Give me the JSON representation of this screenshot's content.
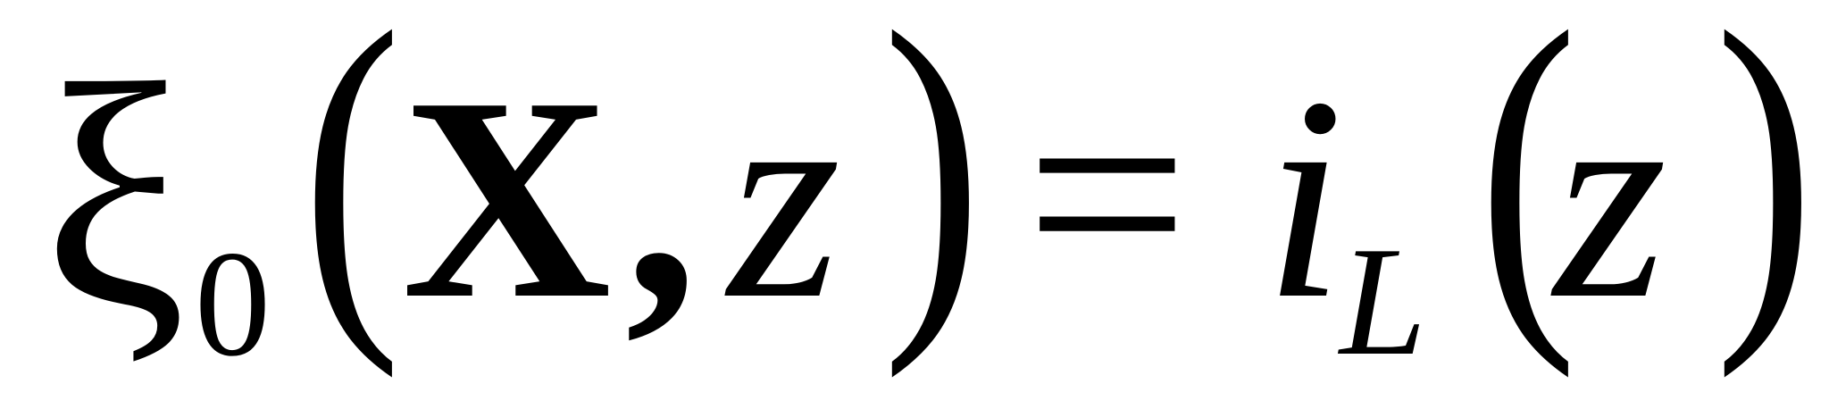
{
  "equation": {
    "xi": "ξ",
    "sub_zero": "0",
    "left_paren": "(",
    "bold_x": "X",
    "comma": ",",
    "z": "z",
    "right_paren": ")",
    "equals": "=",
    "i": "i",
    "sub_L": "L"
  }
}
